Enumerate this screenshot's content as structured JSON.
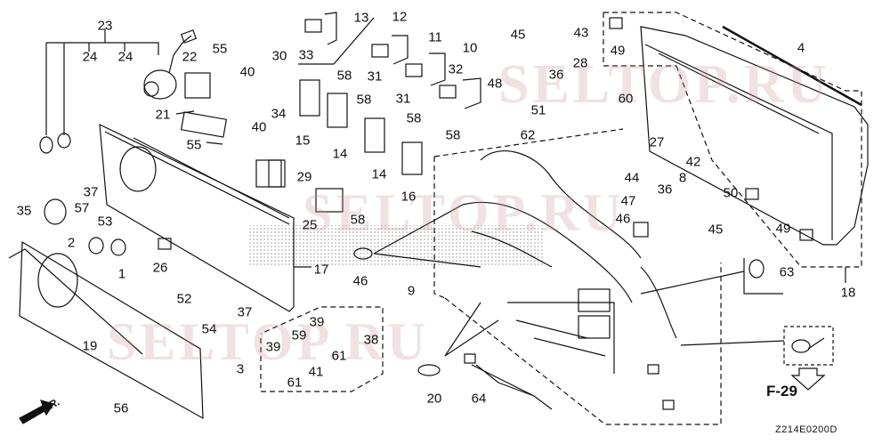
{
  "diagram": {
    "type": "exploded parts diagram",
    "subject": "control panel and wire harness assembly",
    "figure_reference": "F-29",
    "drawing_code": "Z214E0200D",
    "direction_indicator": "FR.",
    "watermarks": [
      "SELTOP.RU",
      "SELTOP.RU",
      "SELTOP.RU"
    ]
  },
  "callouts": [
    {
      "id": "c1",
      "text": "1"
    },
    {
      "id": "c2",
      "text": "2"
    },
    {
      "id": "c3",
      "text": "3"
    },
    {
      "id": "c4",
      "text": "4"
    },
    {
      "id": "c8",
      "text": "8"
    },
    {
      "id": "c9",
      "text": "9"
    },
    {
      "id": "c10",
      "text": "10"
    },
    {
      "id": "c11",
      "text": "11"
    },
    {
      "id": "c12",
      "text": "12"
    },
    {
      "id": "c13",
      "text": "13"
    },
    {
      "id": "c14a",
      "text": "14"
    },
    {
      "id": "c14b",
      "text": "14"
    },
    {
      "id": "c15",
      "text": "15"
    },
    {
      "id": "c16",
      "text": "16"
    },
    {
      "id": "c17",
      "text": "17"
    },
    {
      "id": "c18",
      "text": "18"
    },
    {
      "id": "c19",
      "text": "19"
    },
    {
      "id": "c20",
      "text": "20"
    },
    {
      "id": "c21",
      "text": "21"
    },
    {
      "id": "c22",
      "text": "22"
    },
    {
      "id": "c23",
      "text": "23"
    },
    {
      "id": "c24a",
      "text": "24"
    },
    {
      "id": "c24b",
      "text": "24"
    },
    {
      "id": "c25",
      "text": "25"
    },
    {
      "id": "c26",
      "text": "26"
    },
    {
      "id": "c27",
      "text": "27"
    },
    {
      "id": "c28",
      "text": "28"
    },
    {
      "id": "c29",
      "text": "29"
    },
    {
      "id": "c30",
      "text": "30"
    },
    {
      "id": "c31a",
      "text": "31"
    },
    {
      "id": "c31b",
      "text": "31"
    },
    {
      "id": "c32",
      "text": "32"
    },
    {
      "id": "c33",
      "text": "33"
    },
    {
      "id": "c34",
      "text": "34"
    },
    {
      "id": "c35",
      "text": "35"
    },
    {
      "id": "c36a",
      "text": "36"
    },
    {
      "id": "c36b",
      "text": "36"
    },
    {
      "id": "c37a",
      "text": "37"
    },
    {
      "id": "c37b",
      "text": "37"
    },
    {
      "id": "c38",
      "text": "38"
    },
    {
      "id": "c39a",
      "text": "39"
    },
    {
      "id": "c39b",
      "text": "39"
    },
    {
      "id": "c40a",
      "text": "40"
    },
    {
      "id": "c40b",
      "text": "40"
    },
    {
      "id": "c41",
      "text": "41"
    },
    {
      "id": "c42",
      "text": "42"
    },
    {
      "id": "c43",
      "text": "43"
    },
    {
      "id": "c44",
      "text": "44"
    },
    {
      "id": "c45a",
      "text": "45"
    },
    {
      "id": "c45b",
      "text": "45"
    },
    {
      "id": "c46a",
      "text": "46"
    },
    {
      "id": "c46b",
      "text": "46"
    },
    {
      "id": "c47",
      "text": "47"
    },
    {
      "id": "c48",
      "text": "48"
    },
    {
      "id": "c49a",
      "text": "49"
    },
    {
      "id": "c49b",
      "text": "49"
    },
    {
      "id": "c50",
      "text": "50"
    },
    {
      "id": "c51",
      "text": "51"
    },
    {
      "id": "c52",
      "text": "52"
    },
    {
      "id": "c53",
      "text": "53"
    },
    {
      "id": "c54",
      "text": "54"
    },
    {
      "id": "c55a",
      "text": "55"
    },
    {
      "id": "c55b",
      "text": "55"
    },
    {
      "id": "c56",
      "text": "56"
    },
    {
      "id": "c57",
      "text": "57"
    },
    {
      "id": "c58a",
      "text": "58"
    },
    {
      "id": "c58b",
      "text": "58"
    },
    {
      "id": "c58c",
      "text": "58"
    },
    {
      "id": "c58d",
      "text": "58"
    },
    {
      "id": "c58e",
      "text": "58"
    },
    {
      "id": "c59",
      "text": "59"
    },
    {
      "id": "c60",
      "text": "60"
    },
    {
      "id": "c61a",
      "text": "61"
    },
    {
      "id": "c61b",
      "text": "61"
    },
    {
      "id": "c62",
      "text": "62"
    },
    {
      "id": "c63",
      "text": "63"
    },
    {
      "id": "c64",
      "text": "64"
    }
  ]
}
